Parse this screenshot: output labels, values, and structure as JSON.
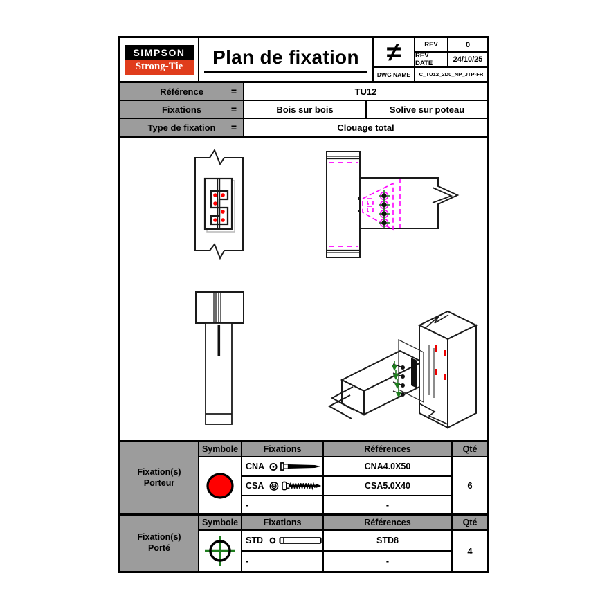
{
  "logo": {
    "line1": "SIMPSON",
    "line2": "Strong-Tie"
  },
  "header": {
    "title": "Plan de fixation",
    "rev": {
      "symbol": "≠",
      "rows": [
        {
          "label": "REV",
          "value": "0"
        },
        {
          "label": "REV DATE",
          "value": "24/10/25"
        },
        {
          "label": "DWG NAME",
          "value": "C_TU12_2D0_NP_JTP-FR"
        }
      ]
    }
  },
  "info_table": {
    "rows": [
      {
        "label": "Référence",
        "eq": "=",
        "values": [
          "TU12"
        ]
      },
      {
        "label": "Fixations",
        "eq": "=",
        "values": [
          "Bois sur bois",
          "Solive sur poteau"
        ]
      },
      {
        "label": "Type de fixation",
        "eq": "=",
        "values": [
          "Clouage total"
        ]
      }
    ]
  },
  "drawings": {
    "views": [
      "front-view",
      "top-view",
      "side-view",
      "isometric-view"
    ],
    "porteur_marker": "red-dot",
    "porte_marker": "green-crosshair",
    "hidden_lines": "magenta-dashed"
  },
  "fixation_tables": [
    {
      "group": {
        "line1": "Fixation(s)",
        "line2": "Porteur"
      },
      "headers": [
        "Symbole",
        "Fixations",
        "Références",
        "Qté"
      ],
      "symbol": "red-circle",
      "rows": [
        {
          "fixation": "CNA",
          "icon": "nail",
          "reference": "CNA4.0X50"
        },
        {
          "fixation": "CSA",
          "icon": "screw",
          "reference": "CSA5.0X40"
        },
        {
          "fixation": "-",
          "icon": "none",
          "reference": "-"
        }
      ],
      "qty": "6"
    },
    {
      "group": {
        "line1": "Fixation(s)",
        "line2": "Porté"
      },
      "headers": [
        "Symbole",
        "Fixations",
        "Références",
        "Qté"
      ],
      "symbol": "green-crosshair-circle",
      "rows": [
        {
          "fixation": "STD",
          "icon": "dowel",
          "reference": "STD8"
        },
        {
          "fixation": "-",
          "icon": "none",
          "reference": "-"
        }
      ],
      "qty": "4"
    }
  ],
  "colors": {
    "logo_red": "#E03C1C",
    "table_gray": "#9C9C9C",
    "marker_red": "#FF0000",
    "marker_green": "#1E7D1E",
    "hidden_magenta": "#FF00FF"
  }
}
